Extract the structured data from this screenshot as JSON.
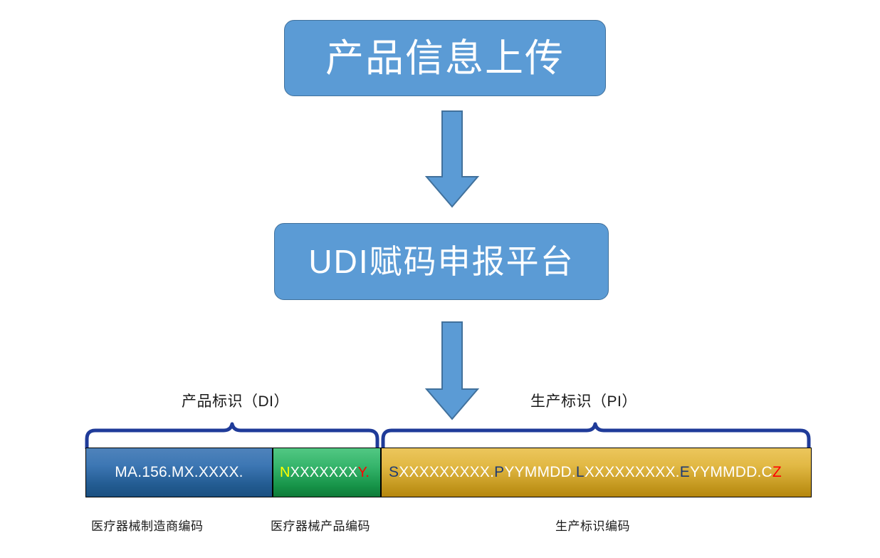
{
  "diagram": {
    "title_flow": [
      "产品信息上传",
      "UDI赋码申报平台"
    ],
    "boxes": [
      {
        "id": "upload",
        "label": "产品信息上传"
      },
      {
        "id": "platform",
        "label": "UDI赋码申报平台"
      }
    ],
    "arrows": [
      {
        "id": "arrow-upload-to-platform",
        "direction": "down"
      },
      {
        "id": "arrow-platform-to-code",
        "direction": "down"
      }
    ],
    "brace_labels": [
      {
        "id": "di",
        "label": "产品标识（DI）"
      },
      {
        "id": "pi",
        "label": "生产标识（PI）"
      }
    ],
    "code_bar": {
      "segments": [
        {
          "id": "manufacturer",
          "text": "MA.156.MX.XXXX.",
          "caption": "医疗器械制造商编码",
          "color": "#2f6ba6",
          "parts": [
            {
              "t": "MA.156.MX.XXXX.",
              "c": "white"
            }
          ]
        },
        {
          "id": "product",
          "text": "NXXXXXXXY.",
          "caption": "医疗器械产品编码",
          "color": "#1f9d52",
          "parts": [
            {
              "t": "N",
              "c": "yellow"
            },
            {
              "t": "XXXXXXX",
              "c": "white"
            },
            {
              "t": "Y.",
              "c": "red"
            }
          ]
        },
        {
          "id": "production",
          "text": "SXXXXXXXXX.PYYMMDD.LXXXXXXXXX.EYYMMDD.CZ",
          "caption": "生产标识编码",
          "color": "#d4a82a",
          "parts": [
            {
              "t": "S",
              "c": "navy"
            },
            {
              "t": "XXXXXXXXX.",
              "c": "white"
            },
            {
              "t": "P",
              "c": "navy"
            },
            {
              "t": "YYMMDD.",
              "c": "white"
            },
            {
              "t": "L",
              "c": "navy"
            },
            {
              "t": "XXXXXXXXX.",
              "c": "white"
            },
            {
              "t": "E",
              "c": "navy"
            },
            {
              "t": "YYMMDD.C",
              "c": "white"
            },
            {
              "t": "Z",
              "c": "red"
            }
          ]
        }
      ]
    },
    "colors": {
      "box_fill": "#5B9BD5",
      "box_border": "#41719C",
      "arrow_fill": "#5B9BD5",
      "arrow_border": "#41719C",
      "brace_stroke": "#1F3B99",
      "text_on_box": "#FFFFFF"
    }
  }
}
